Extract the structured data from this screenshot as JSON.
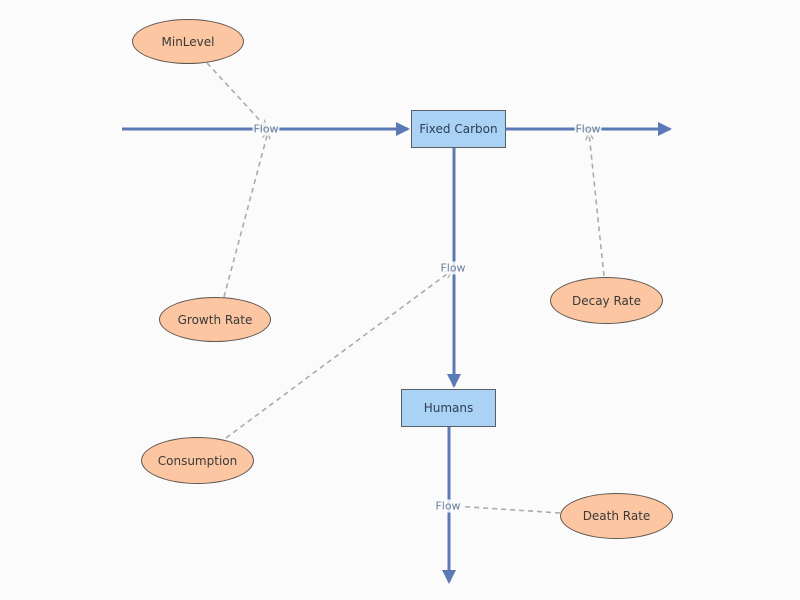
{
  "colors": {
    "flow": "#5b79b4",
    "link": "#a9abae",
    "stock_fill": "#a9d2f4",
    "aux_fill": "#fbc6a1"
  },
  "stocks": {
    "fixed_carbon": "Fixed Carbon",
    "humans": "Humans"
  },
  "variables": {
    "min_level": "MinLevel",
    "growth_rate": "Growth Rate",
    "decay_rate": "Decay Rate",
    "consumption": "Consumption",
    "death_rate": "Death Rate"
  },
  "flows": {
    "inflow": "Flow",
    "decay": "Flow",
    "consumption": "Flow",
    "death": "Flow"
  }
}
